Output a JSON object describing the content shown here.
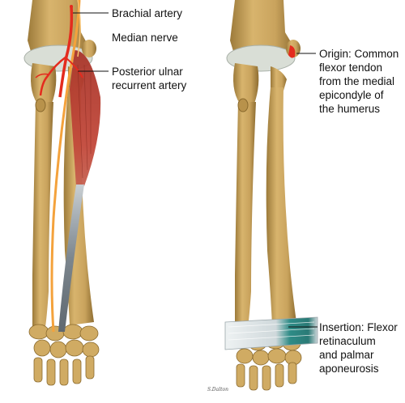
{
  "labels": {
    "brachial_artery": "Brachial artery",
    "median_nerve": "Median nerve",
    "posterior_ulnar_recurrent_artery": "Posterior ulnar\nrecurrent artery",
    "origin": "Origin: Common\nflexor tendon\nfrom the medial\nepicondyle of\nthe humerus",
    "insertion": "Insertion: Flexor\nretinaculum\nand palmar\naponeurosis"
  },
  "signature": "S.Dalton",
  "colors": {
    "bone": "#c9a35d",
    "bone_shade": "#a8843f",
    "cartilage": "#d9ded6",
    "muscle": "#b8402f",
    "tendon": "#8f9aa3",
    "artery": "#e42b1e",
    "nerve": "#f4a23c",
    "retinaculum": "#dde4e6",
    "aponeurosis": "#2f8c87"
  }
}
